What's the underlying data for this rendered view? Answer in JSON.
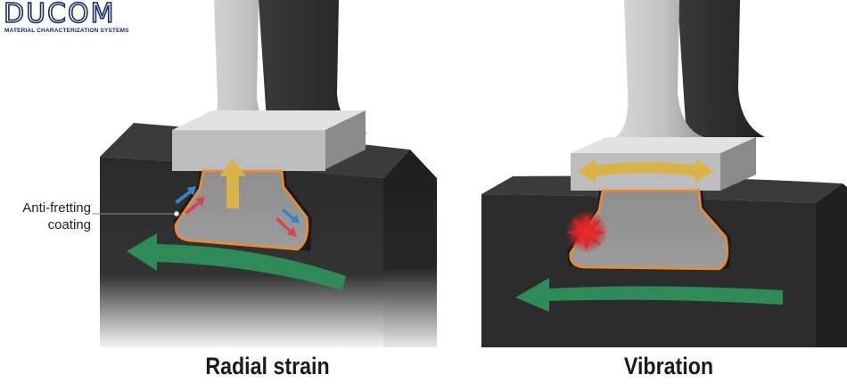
{
  "logo": {
    "wordmark": "DUCOM",
    "tagline": "MATERIAL CHARACTERIZATION SYSTEMS"
  },
  "callout": {
    "line1": "Anti-fretting",
    "line2": "coating"
  },
  "panels": [
    {
      "caption": "Radial strain"
    },
    {
      "caption": "Vibration"
    }
  ],
  "colors": {
    "disk": "#2b2b2b",
    "blade": "#c9c9c9",
    "coating": "#f08a2a",
    "motion_arrow": "#2e8b57",
    "force_arrow": "#d9b347",
    "slip_blue": "#2f86c9",
    "slip_red": "#d64550",
    "wear_spark": "#e02424"
  }
}
